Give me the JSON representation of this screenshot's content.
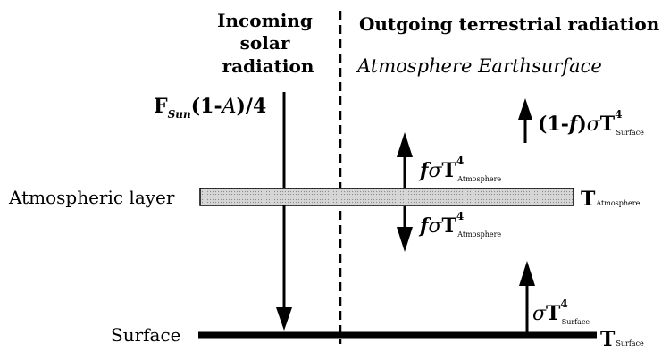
{
  "headers": {
    "incoming": [
      "Incoming",
      "solar",
      "radiation"
    ],
    "outgoing": "Outgoing terrestrial radiation",
    "subtitle": "Atmosphere  Earthsurface"
  },
  "formulas": {
    "solar_F": "F",
    "solar_sub": "Sun",
    "solar_rest": "(1-",
    "solar_A": "A",
    "solar_tail": ")/4",
    "up_prefix": "(1-",
    "up_f": "f",
    "up_mid": ")",
    "sigma": "σ",
    "T": "T",
    "exp4": "4",
    "f": "f",
    "sub_surface": "Surface",
    "sub_atmosphere": "Atmosphere"
  },
  "labels": {
    "atmospheric_layer": "Atmospheric layer",
    "surface": "Surface",
    "t_atmosphere_T": "T",
    "t_atmosphere_sub": "Atmosphere",
    "t_surface_T": "T",
    "t_surface_sub": "Surface"
  },
  "colors": {
    "ink": "#000000",
    "layer_fill": "#d8d8d8"
  }
}
